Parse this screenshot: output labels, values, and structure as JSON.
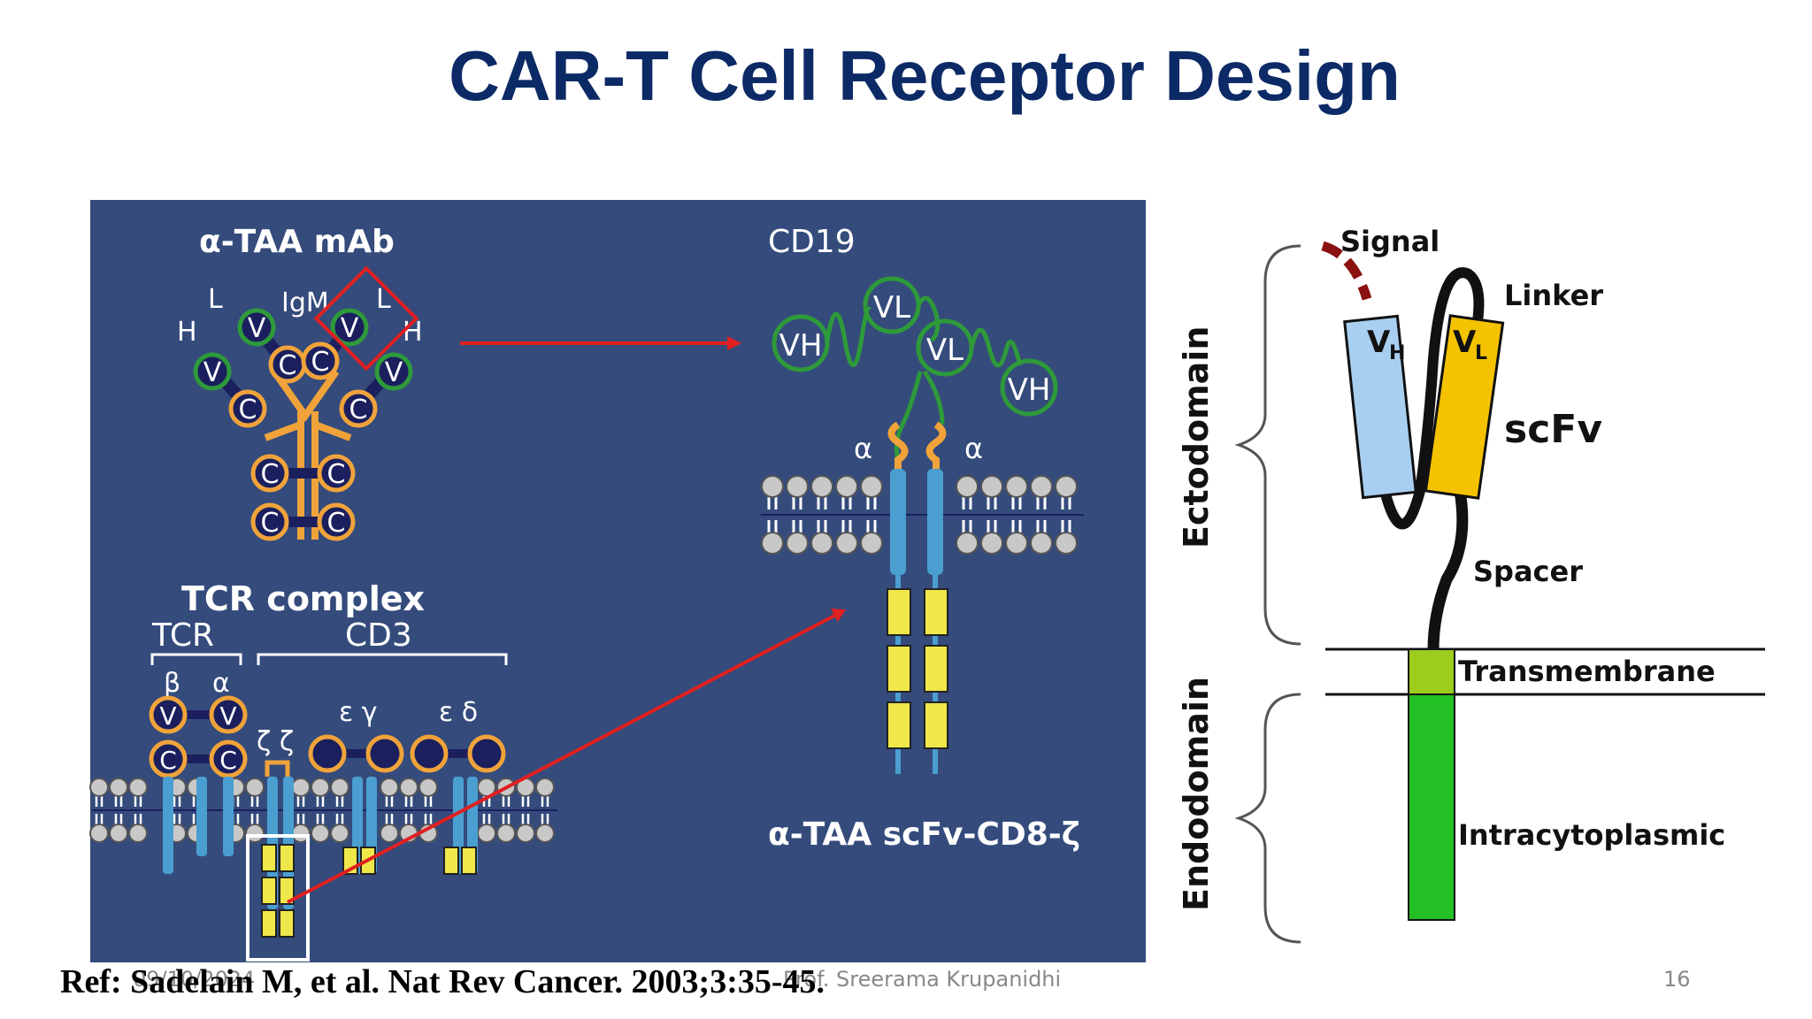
{
  "slide": {
    "title": "CAR-T Cell Receptor Design",
    "date": "09/10/2024",
    "author": "Prof. Sreerama Krupanidhi",
    "page_number": "16",
    "reference": "Ref: Sadelain M, et al. Nat Rev Cancer. 2003;3:35-45."
  },
  "left_figure": {
    "background_color": "#344b7c",
    "antibody_title": "α-TAA mAb",
    "label_l_left": "L",
    "label_igm": "IgM",
    "label_l_right": "L",
    "label_h_left": "H",
    "label_h_right": "H",
    "domain_v": "V",
    "domain_c": "C",
    "cd19_title": "CD19",
    "domain_vh": "VH",
    "domain_vl": "VL",
    "label_alpha": "α",
    "tcr_complex_title": "TCR complex",
    "tcr_label": "TCR",
    "cd3_label": "CD3",
    "tcr_beta": "β",
    "tcr_alpha": "α",
    "zeta_zeta": "ζ ζ",
    "epsilon_gamma": "ε γ",
    "epsilon_delta": "ε δ",
    "car_label": "α-TAA scFv-CD8-ζ",
    "colors": {
      "v_domain": "#1b1f5e",
      "orange": "#f0a33a",
      "green": "#2e9a3a",
      "blue_tm": "#4a9fd0",
      "yellow": "#f0e84a",
      "red": "#e02020",
      "lipid": "#c8c8c8"
    }
  },
  "right_figure": {
    "signal": "Signal",
    "linker": "Linker",
    "vh_letter": "V",
    "vh_sub": "H",
    "vl_letter": "V",
    "vl_sub": "L",
    "scfv": "scFv",
    "spacer": "Spacer",
    "transmembrane": "Transmembrane",
    "intracytoplasmic": "Intracytoplasmic",
    "ectodomain": "Ectodomain",
    "endodomain": "Endodomain",
    "colors": {
      "vh": "#a8cff0",
      "vl": "#f5c200",
      "tm": "#9ccc1c",
      "endo": "#22c024",
      "signal": "#8b1010"
    }
  }
}
